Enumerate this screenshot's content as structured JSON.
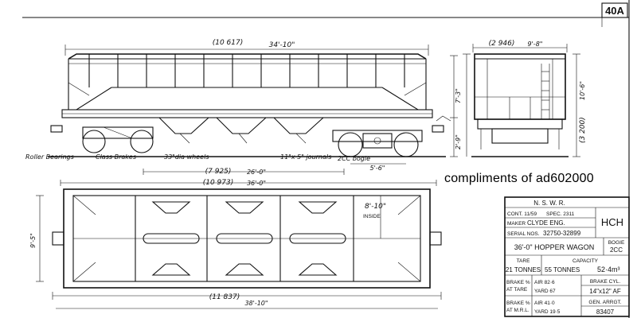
{
  "sheet_number": "40A",
  "watermark": "compliments of ad602000",
  "side_view": {
    "length_metric": "(10 617)",
    "length_imperial": "34'-10\"",
    "labels": {
      "roller_bearings": "Roller Bearings",
      "brakes": "Class Brakes",
      "wheels": "33\"dia wheels",
      "journals": "11\"x 5\" journals",
      "bogie": "2CC bogie"
    },
    "bogie_wheelbase": "5'-6\"",
    "height_to_floor": "2'-9\"",
    "height_side": "7'-3\"",
    "over_bogie_centres_metric": "(7 925)",
    "over_bogie_centres_imperial": "26'-0\"",
    "over_headstocks_metric": "(10 973)",
    "over_headstocks_imperial": "36'-0\""
  },
  "end_view": {
    "width_metric": "(2 946)",
    "width_imperial": "9'-8\"",
    "height_metric": "(3 200)",
    "height_imperial": "10'-6\""
  },
  "plan_view": {
    "inside_width": "8'-10\"",
    "inside_label": "INSIDE",
    "left_dim": "9'-5\"",
    "length_metric": "(11 837)",
    "length_imperial": "38'-10\""
  },
  "title_block": {
    "railway": "N. S. W. R.",
    "contract_label": "CONT. 11/59",
    "spec_label": "SPEC. 2311",
    "code": "HCH",
    "maker_label": "MAKER",
    "maker": "CLYDE ENG.",
    "serial_label": "SERIAL NOS.",
    "serial": "32750-32899",
    "title": "36'-0\" HOPPER WAGON",
    "bogie_label": "BOGIE",
    "bogie": "2CC",
    "tare_label": "TARE",
    "tare": "21 TONNES",
    "capacity_label": "CAPACITY",
    "capacity_weight": "55 TONNES",
    "capacity_volume": "52·4m³",
    "brake_tare_label1": "BRAKE %",
    "brake_tare_label2": "AT TARE",
    "brake_tare_air": "AIR 82·6",
    "brake_tare_yard": "YARD 67",
    "brake_cyl_label": "BRAKE CYL.",
    "brake_cyl": "14\"x12\" AF",
    "brake_ml_label1": "BRAKE %",
    "brake_ml_label2": "AT M.R.L.",
    "brake_ml_air": "AIR 41·0",
    "brake_ml_yard": "YARD 19·5",
    "gen_arr_label": "GEN. ARRGT.",
    "gen_arr": "83407"
  }
}
